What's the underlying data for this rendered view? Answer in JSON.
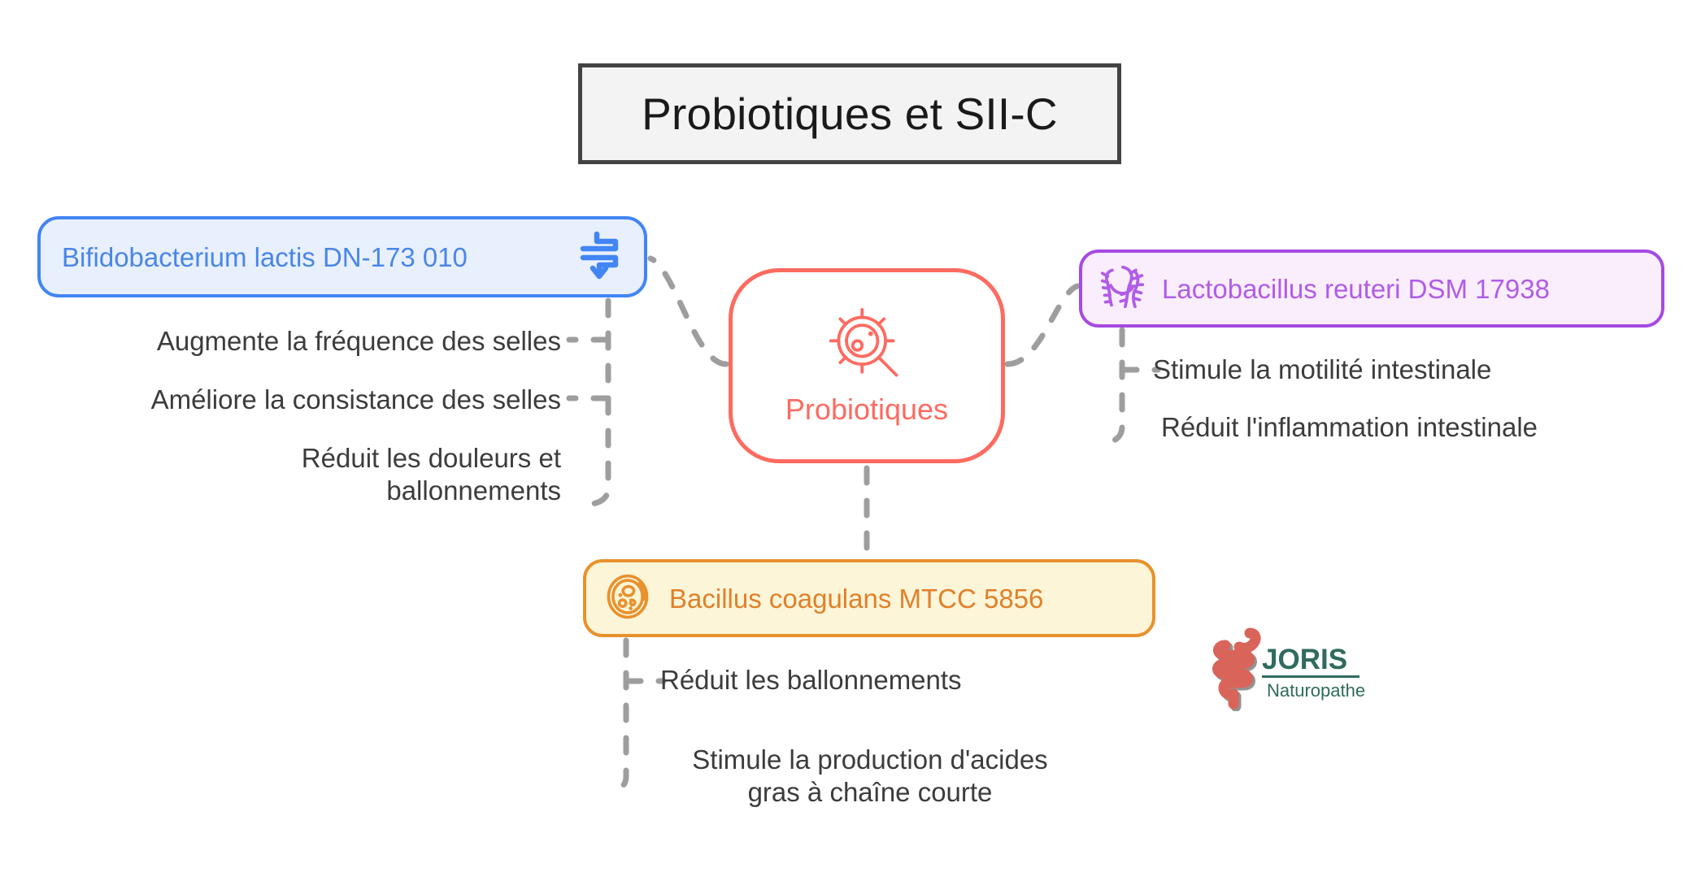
{
  "title": {
    "text": "Probiotiques et SII-C"
  },
  "center": {
    "label": "Probiotiques",
    "icon": "microbe-magnifier-icon",
    "color": "#fd6b60"
  },
  "branches": [
    {
      "id": "bifidobacterium",
      "label": "Bifidobacterium lactis DN-173 010",
      "icon": "intestinal-transit-arrow-icon",
      "color": "#4a86e8",
      "border_color": "#4285f4",
      "fill_color": "#e8f0fe",
      "items": [
        "Augmente la fréquence des selles",
        "Améliore la consistance des selles",
        "Réduit les douleurs et\nballonnements"
      ]
    },
    {
      "id": "lactobacillus-reuteri",
      "label": "Lactobacillus reuteri DSM 17938",
      "icon": "bacteria-cluster-icon",
      "color": "#b05ce8",
      "border_color": "#a64ae0",
      "fill_color": "#faeefc",
      "items": [
        "Stimule la motilité intestinale",
        "Réduit l'inflammation intestinale"
      ]
    },
    {
      "id": "bacillus-coagulans",
      "label": "Bacillus coagulans MTCC 5856",
      "icon": "petri-dish-icon",
      "color": "#e0802a",
      "border_color": "#e8912d",
      "fill_color": "#fdf5d8",
      "items": [
        "Réduit les ballonnements",
        "Stimule la production d'acides\ngras à chaîne courte"
      ]
    }
  ],
  "logo": {
    "brand": "JORIS",
    "tagline": "Naturopathe",
    "mark": "intestine-logo-icon",
    "brand_color": "#2f6b5e",
    "mark_color": "#d9645a"
  },
  "connector": {
    "color": "#9e9e9e",
    "style": "dashed"
  }
}
